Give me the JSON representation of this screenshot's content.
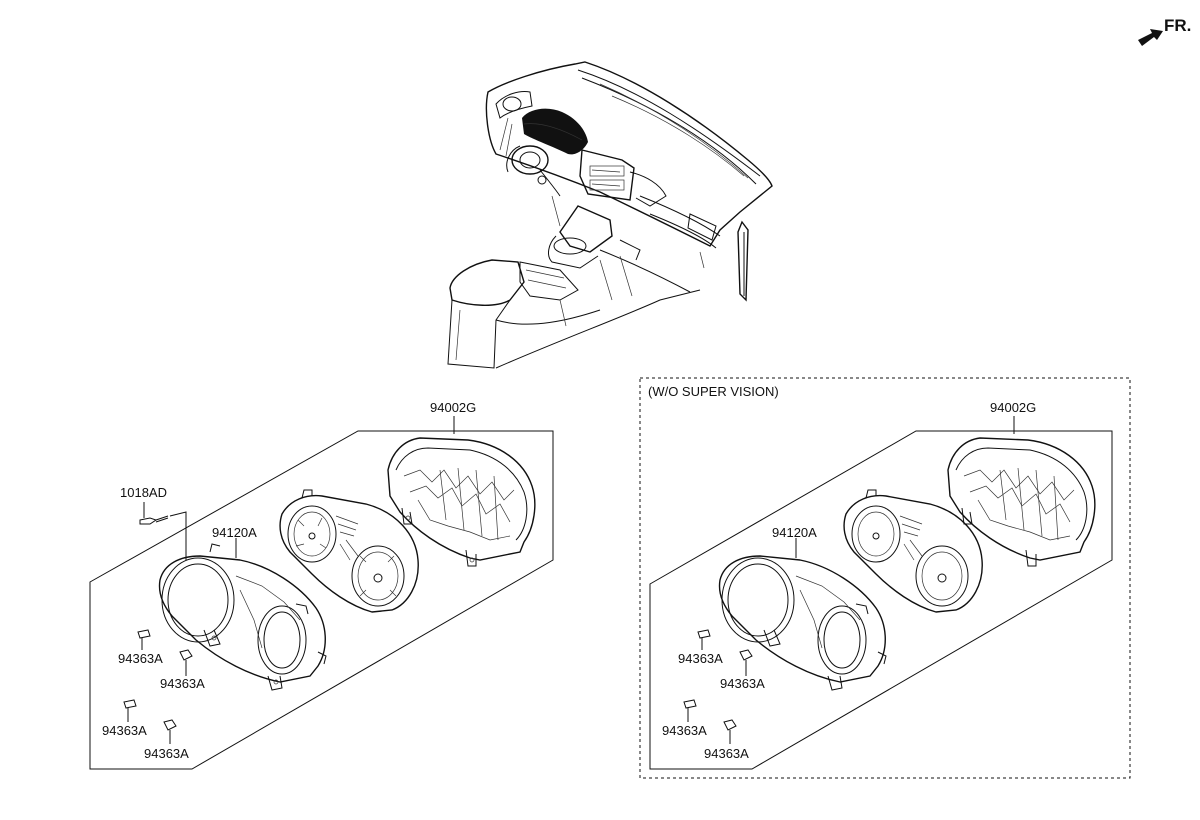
{
  "direction_marker": {
    "label": "FR.",
    "icon": "front-direction-arrow-icon"
  },
  "panel_with": {
    "labels": {
      "cluster_assembly": "94002G",
      "screw": "1018AD",
      "housing": "94120A",
      "bulbs": [
        "94363A",
        "94363A",
        "94363A",
        "94363A"
      ]
    }
  },
  "panel_without": {
    "title": "(W/O SUPER VISION)",
    "labels": {
      "cluster_assembly": "94002G",
      "housing": "94120A",
      "bulbs": [
        "94363A",
        "94363A",
        "94363A",
        "94363A"
      ]
    }
  },
  "icons": [
    "dashboard-illustration-icon",
    "instrument-cluster-icon",
    "gauge-face-icon",
    "cluster-housing-icon",
    "bulb-icon",
    "screw-icon"
  ],
  "colors": {
    "ink": "#111111",
    "background": "#ffffff",
    "highlight": "#111111"
  }
}
